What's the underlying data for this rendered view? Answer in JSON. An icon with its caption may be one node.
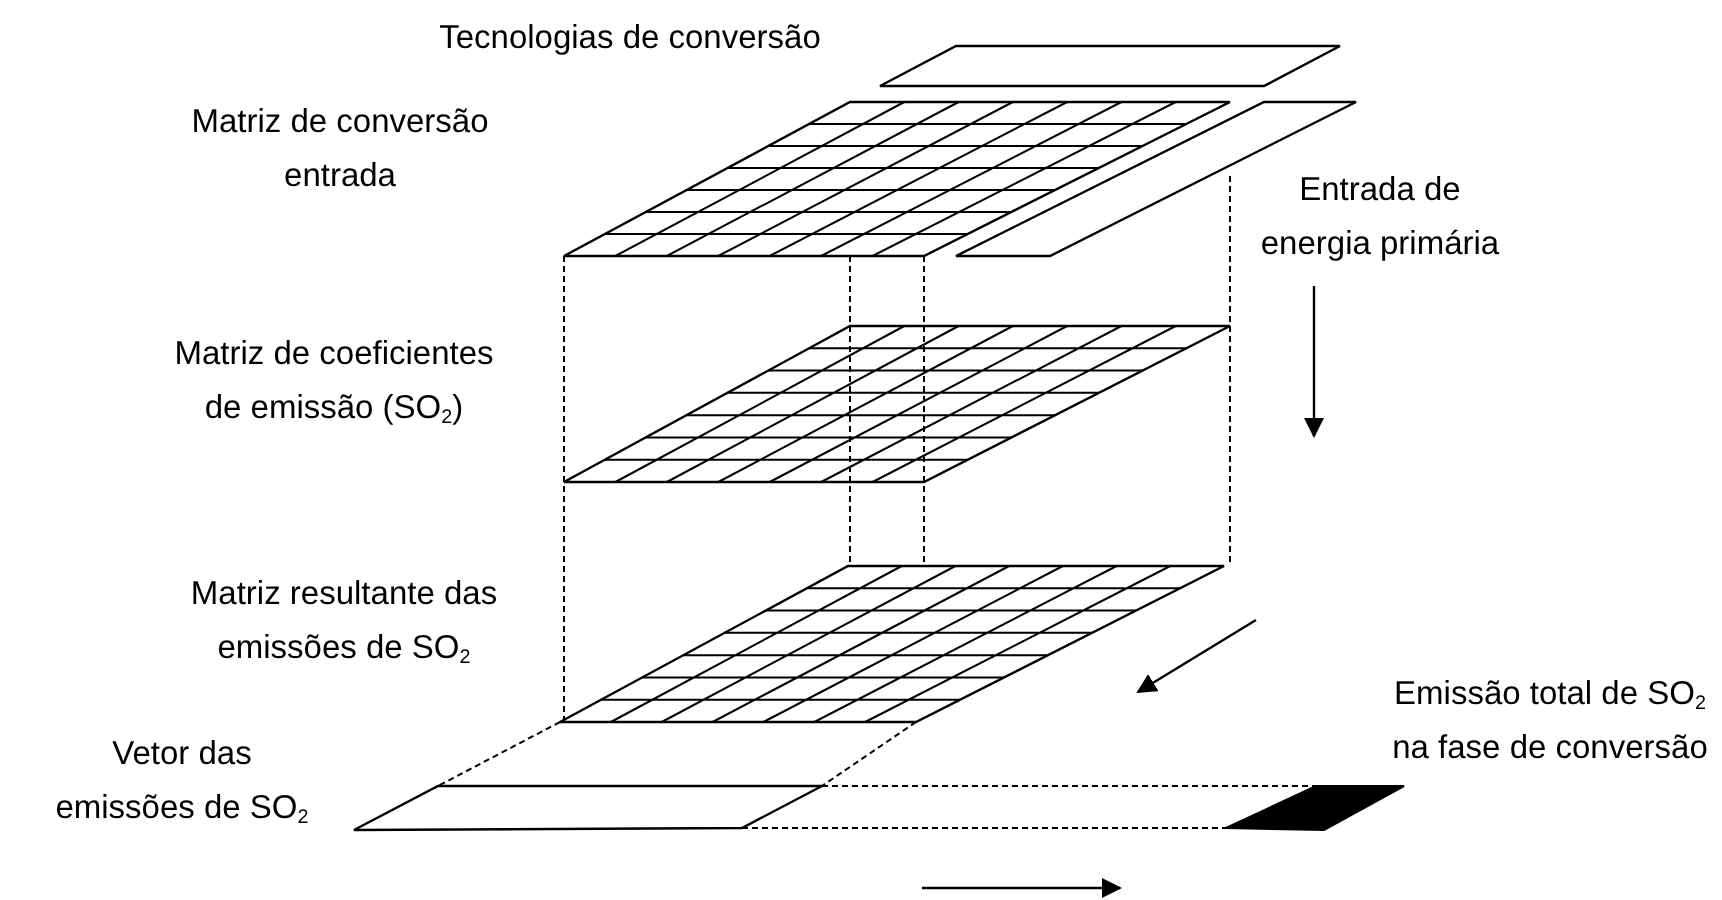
{
  "diagram": {
    "labels": [
      "Tecnologias de conversão",
      "Matriz de conversão entrada",
      "Entrada de energia primária",
      "Matriz de coeficientes de emissão (SO$_{2}$)",
      "Matriz resultante das emissões de SO$_{2}$",
      "Emissão total de SO$_{2}$ na fase de conversão",
      "Vetor das emissões de SO$_{2}$"
    ]
  }
}
